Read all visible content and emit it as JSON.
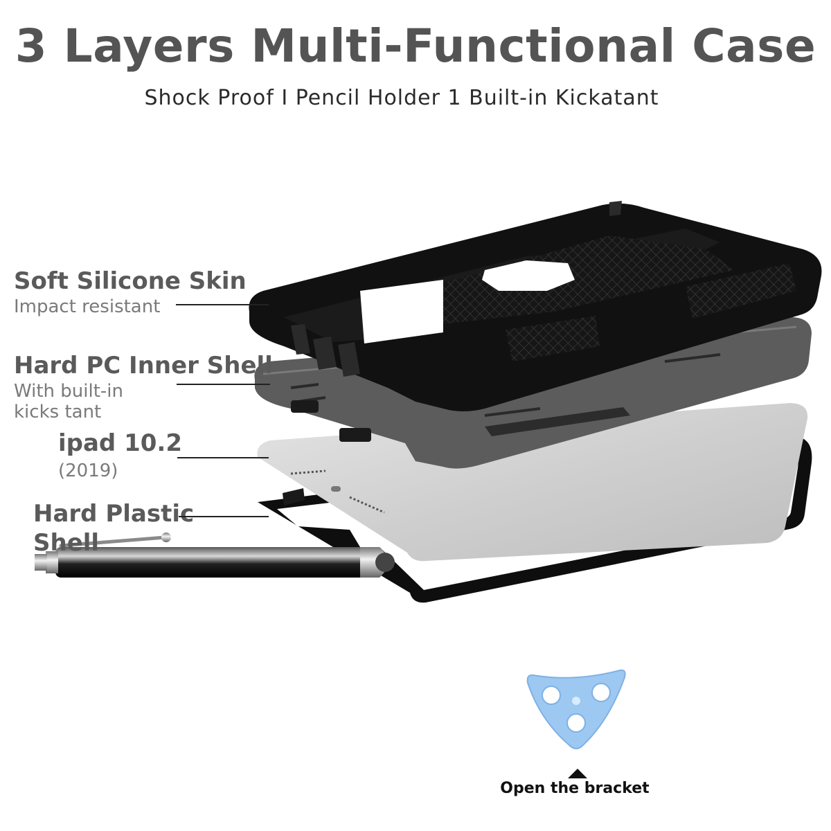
{
  "header": {
    "title": "3 Layers Multi-Functional Case",
    "subtitle": "Shock Proof I Pencil Holder 1 Built-in Kickatant"
  },
  "layers": [
    {
      "title": "Soft Silicone Skin",
      "subtitle": "Impact resistant"
    },
    {
      "title": "Hard PC Inner Shell",
      "subtitle_lines": [
        "With built-in",
        "kicks tant"
      ]
    },
    {
      "title": "ipad 10.2",
      "subtitle": "(2019)"
    },
    {
      "title_lines": [
        "Hard Plastic",
        "Shell"
      ]
    }
  ],
  "accessories": {
    "bracket_caption": "Open the bracket"
  },
  "colors": {
    "title": "#545454",
    "label": "#5a5a5a",
    "case_black": "#111111",
    "inner_shell_gray": "#5c5c5c",
    "ipad_silver": "#cfcfcf",
    "pick_blue": "#9cc8f2"
  }
}
